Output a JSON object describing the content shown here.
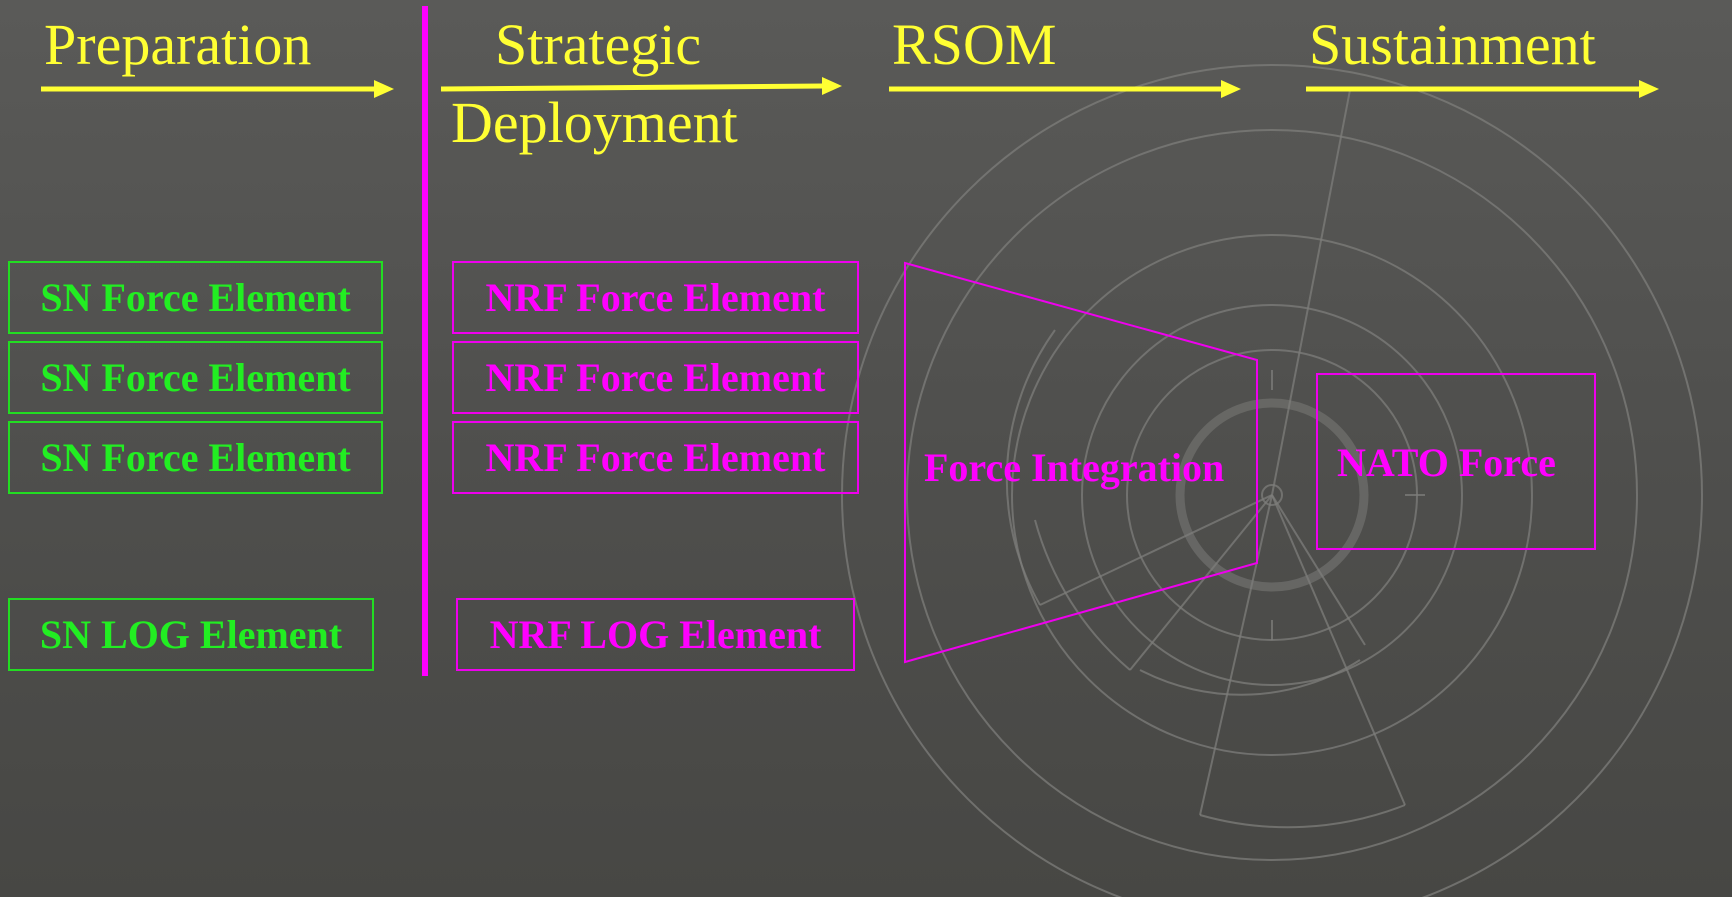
{
  "colors": {
    "phase_title": "#ffff33",
    "arrow": "#ffff33",
    "divider": "#ff00ff",
    "sn_element": "#22ee22",
    "nrf_element": "#ff00ff",
    "watermark": "#8a8a88"
  },
  "phases": [
    {
      "line1": "Preparation"
    },
    {
      "line1": "Strategic",
      "line2": "Deployment"
    },
    {
      "line1": "RSOM"
    },
    {
      "line1": "Sustainment"
    }
  ],
  "sn_column": {
    "force_elements": [
      "SN Force Element",
      "SN Force Element",
      "SN Force Element"
    ],
    "log_element": "SN LOG Element"
  },
  "nrf_column": {
    "force_elements": [
      "NRF Force Element",
      "NRF Force Element",
      "NRF Force Element"
    ],
    "log_element": "NRF LOG Element"
  },
  "rsom": {
    "integration_label": "Force Integration"
  },
  "sustainment": {
    "force_label": "NATO Force"
  },
  "background_icon": "compass-rose-watermark-icon"
}
